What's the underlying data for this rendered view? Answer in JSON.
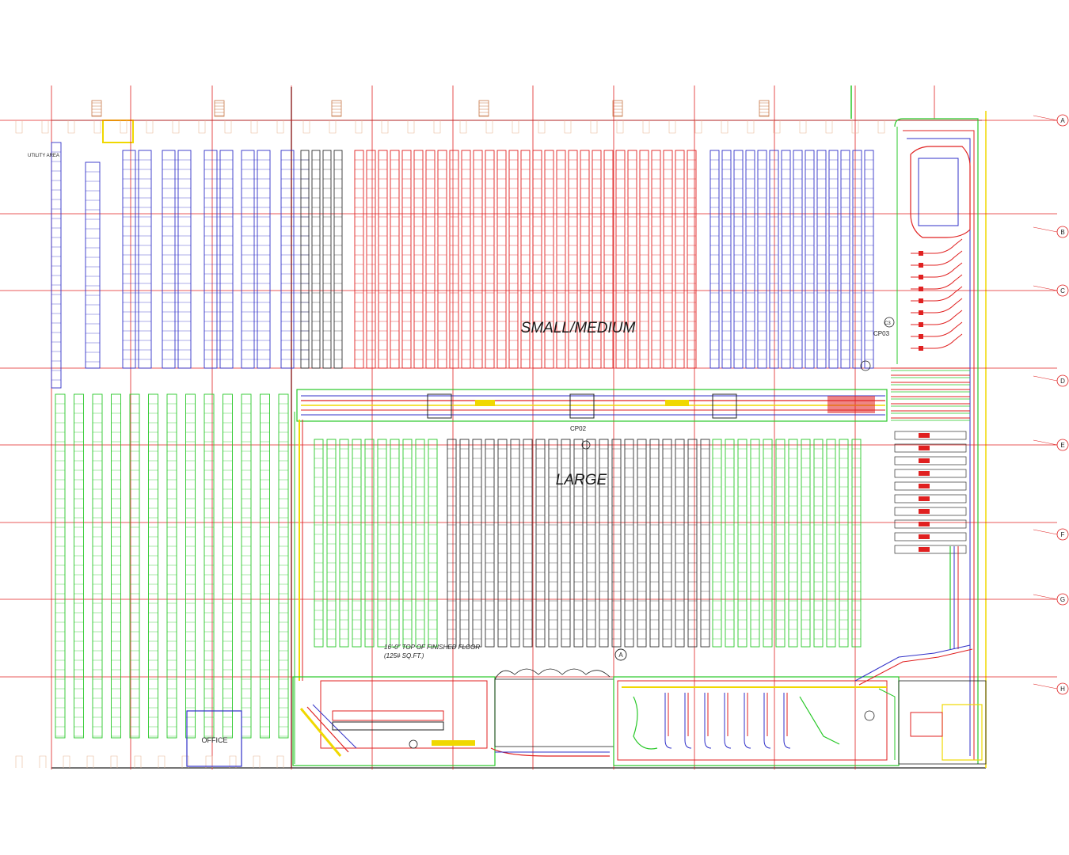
{
  "drawing": {
    "zones": {
      "small_medium": "SMALL/MEDIUM",
      "large": "LARGE"
    },
    "office": "OFFICE",
    "floor_note": {
      "line1": "16'-0\" TOP OF FINISHED FLOOR",
      "line2": "(125# SQ.FT.)"
    },
    "checkpoints": {
      "cp02": "CP02",
      "cp03": "CP03",
      "c3": "C3",
      "a": "A"
    },
    "utility_note": "UTILITY AREA",
    "grid_bubbles": [
      "A",
      "B",
      "C",
      "D",
      "E",
      "F",
      "G",
      "H"
    ]
  },
  "colors": {
    "grid": "#e02020",
    "rack_blue": "#3030c8",
    "rack_red": "#e02020",
    "rack_green": "#28c828",
    "rack_dark": "#303030",
    "conveyor_yellow": "#f0d800",
    "wall": "#202020"
  }
}
